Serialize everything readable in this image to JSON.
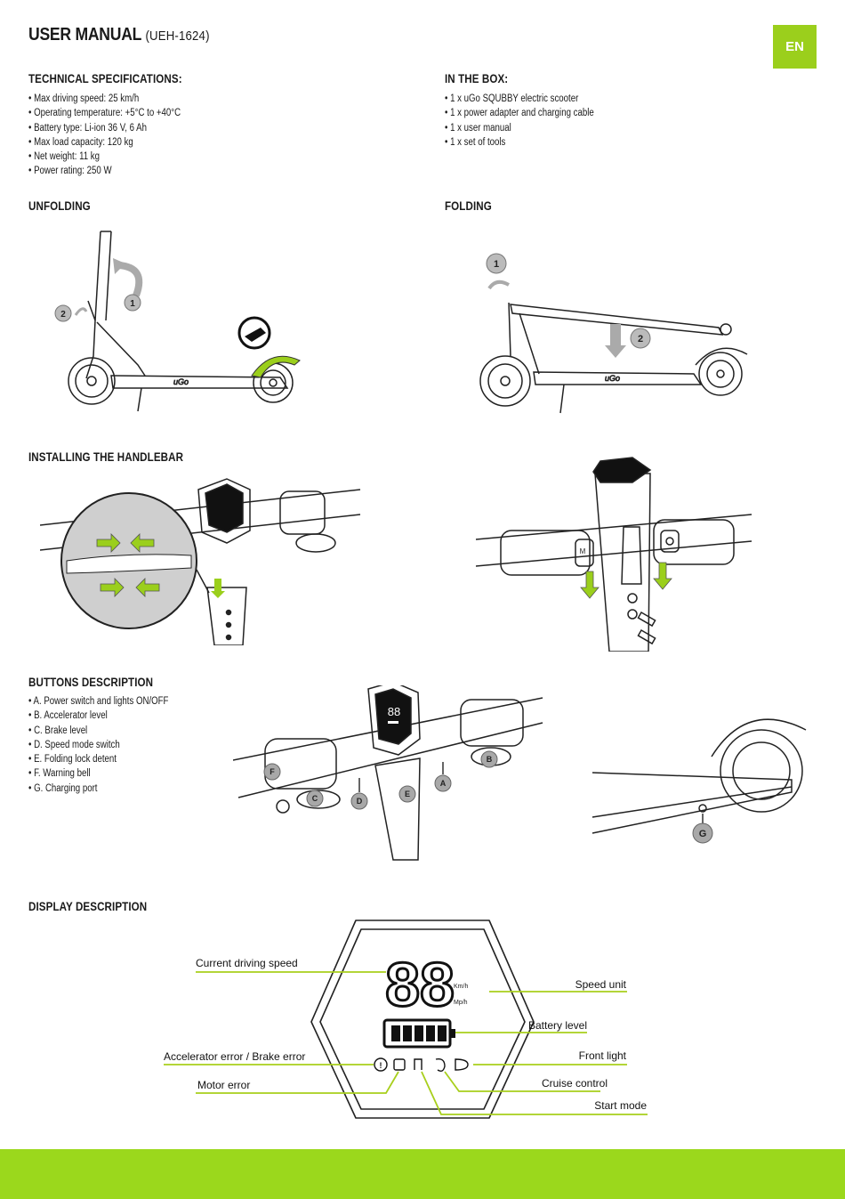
{
  "header": {
    "title": "USER MANUAL",
    "model": "(UEH-1624)",
    "language_badge": "EN"
  },
  "tech_specs": {
    "heading": "TECHNICAL SPECIFICATIONS:",
    "items": [
      "Max driving speed: 25 km/h",
      "Operating temperature: +5°C to +40°C",
      "Battery type: Li-ion 36 V, 6 Ah",
      "Max load capacity: 120 kg",
      "Net weight: 11 kg",
      "Power rating: 250 W"
    ]
  },
  "in_the_box": {
    "heading": "IN THE BOX:",
    "items": [
      "1 x uGo SQUBBY electric scooter",
      "1 x power adapter and charging cable",
      "1 x user manual",
      "1 x set of tools"
    ]
  },
  "unfolding": {
    "heading": "UNFOLDING",
    "step1": "1",
    "step2": "2"
  },
  "folding": {
    "heading": "FOLDING",
    "step1": "1",
    "step2": "2"
  },
  "handlebar": {
    "heading": "INSTALLING THE HANDLEBAR"
  },
  "buttons": {
    "heading": "BUTTONS DESCRIPTION",
    "items": [
      "A. Power switch and lights ON/OFF",
      "B. Accelerator level",
      "C. Brake level",
      "D. Speed mode switch",
      "E. Folding lock detent",
      "F. Warning bell",
      "G. Charging port"
    ],
    "callouts": [
      "A",
      "B",
      "C",
      "D",
      "E",
      "F",
      "G"
    ]
  },
  "display": {
    "heading": "DISPLAY DESCRIPTION",
    "speed_digits": "88",
    "unit_kmh": "Km/h",
    "unit_mph": "Mp/h",
    "labels": {
      "current_speed": "Current driving speed",
      "speed_unit": "Speed unit",
      "battery_level": "Battery level",
      "accel_brake_error": "Accelerator error / Brake error",
      "front_light": "Front light",
      "motor_error": "Motor error",
      "cruise_control": "Cruise control",
      "start_mode": "Start mode"
    }
  },
  "colors": {
    "accent_green": "#9bcf1c",
    "footer_green": "#9bd81c",
    "callout_gray": "#a8a8a8"
  }
}
